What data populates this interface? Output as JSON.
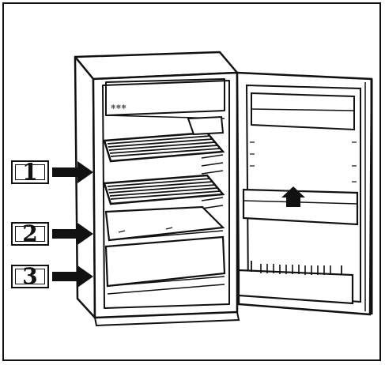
{
  "callouts": [
    {
      "label": "1"
    },
    {
      "label": "2"
    },
    {
      "label": "3"
    }
  ],
  "colors": {
    "ink": "#111111",
    "paper": "#ffffff"
  }
}
